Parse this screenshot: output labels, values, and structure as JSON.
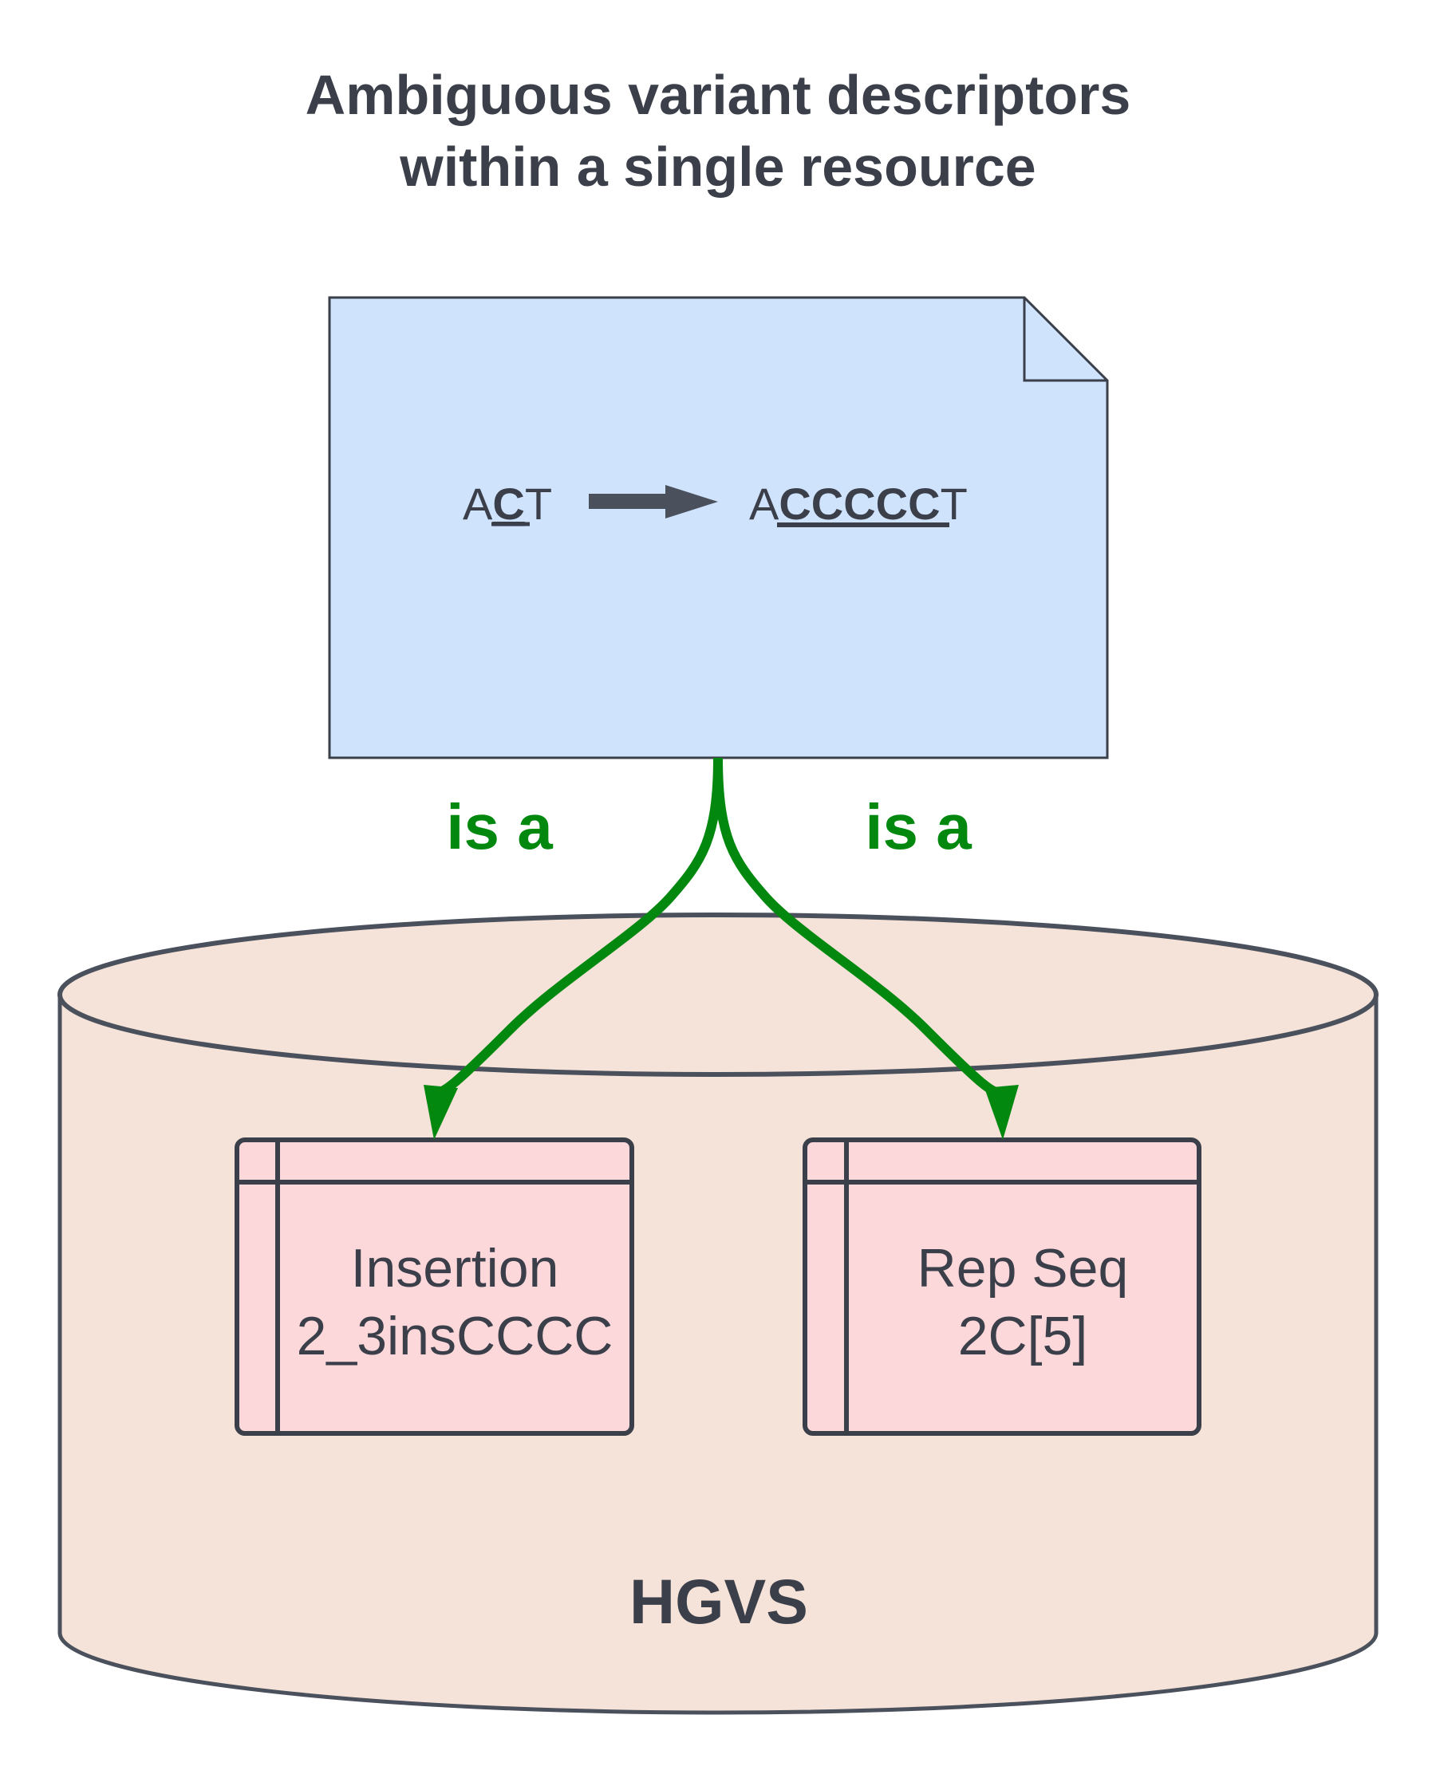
{
  "title": {
    "line1": "Ambiguous variant descriptors",
    "line2": "within a single resource"
  },
  "sequence_change": {
    "before": {
      "prefix": "A",
      "highlight": "C",
      "suffix": "T"
    },
    "after": {
      "prefix": "A",
      "highlight": "CCCCC",
      "suffix": "T"
    },
    "arrow_icon": "right-arrow"
  },
  "relations": [
    {
      "label": "is a",
      "target": "insertion"
    },
    {
      "label": "is a",
      "target": "rep-seq"
    }
  ],
  "database": {
    "label": "HGVS",
    "entries": [
      {
        "name": "Insertion",
        "descriptor": "2_3insCCCC"
      },
      {
        "name": "Rep Seq",
        "descriptor": "2C[5]"
      }
    ]
  },
  "colors": {
    "text": "#3a3f4a",
    "outline": "#4b515c",
    "document_fill": "#cfe3fd",
    "database_fill": "#f5e3d9",
    "entity_fill": "#fdd8da",
    "relation_green": "#02880f"
  }
}
